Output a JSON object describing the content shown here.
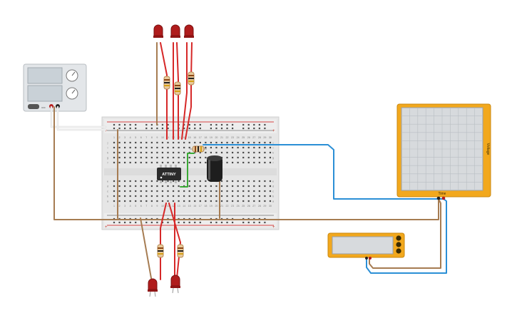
{
  "chip": {
    "label": "ATTINY"
  },
  "oscilloscope": {
    "x_label": "Time",
    "y_label": "Voltage"
  },
  "breadboard": {
    "row_letters_top": [
      "j",
      "i",
      "h",
      "g",
      "f"
    ],
    "row_letters_bottom": [
      "e",
      "d",
      "c",
      "b",
      "a"
    ],
    "column_numbers": [
      "1",
      "2",
      "3",
      "4",
      "5",
      "6",
      "7",
      "8",
      "9",
      "10",
      "11",
      "12",
      "13",
      "14",
      "15",
      "16",
      "17",
      "18",
      "19",
      "20",
      "21",
      "22",
      "23",
      "24",
      "25",
      "26",
      "27",
      "28",
      "29",
      "30"
    ],
    "rail_plus": "+",
    "rail_minus": "−"
  },
  "power_supply": {
    "off_label": "OFF"
  },
  "colors": {
    "wire_red": "#d62828",
    "wire_brown": "#a67c52",
    "wire_blue": "#2b8fd6",
    "wire_green": "#3aa935",
    "wire_white": "#e8e8e8",
    "oscilloscope_frame": "#f2a81d",
    "multimeter_frame": "#f2a81d",
    "led_red": "#b01c1c"
  }
}
